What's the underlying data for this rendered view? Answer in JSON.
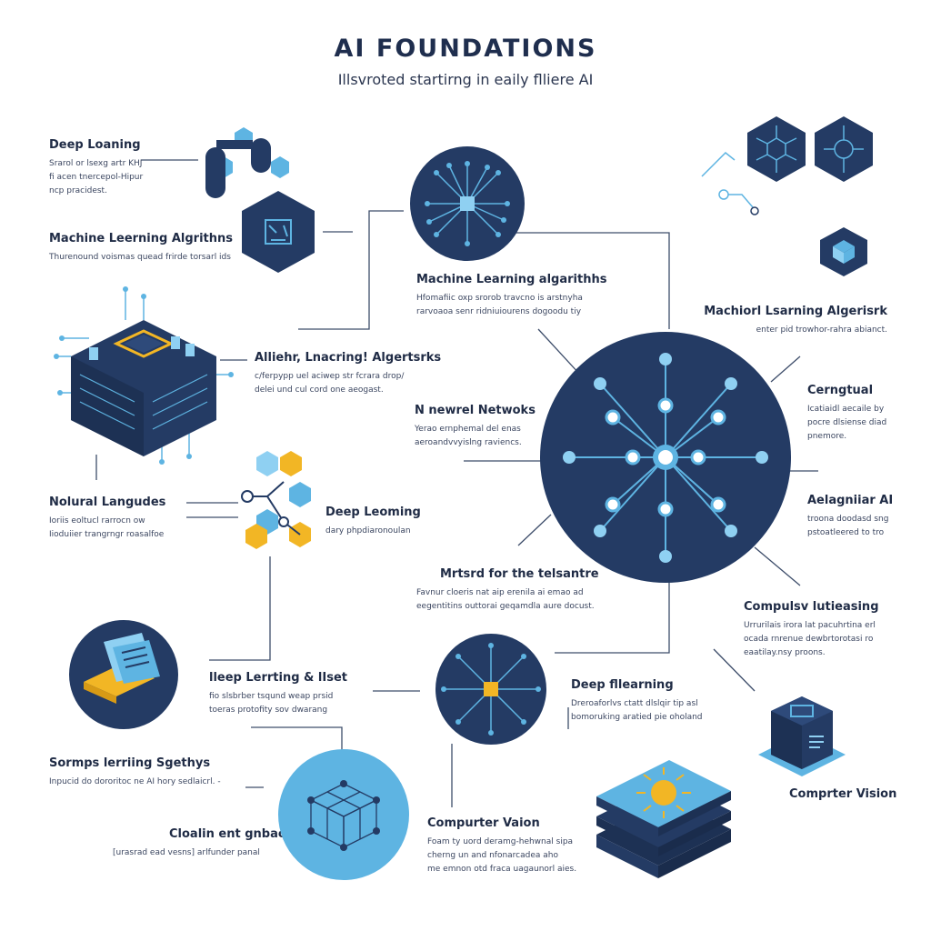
{
  "header": {
    "title": "AI FOUNDATIONS",
    "subtitle": "Illsvroted startirng in eaily flliere AI"
  },
  "labels": [
    {
      "title": "Deep Loaning",
      "lines": [
        "Srarol or lsexg artr KHJ",
        "fi acen tnercepol-Hipur",
        "ncp pracidest."
      ]
    },
    {
      "title": "Machine Leerning Algrithns",
      "lines": [
        "Thurenound voismas quead frirde torsarl ids"
      ]
    },
    {
      "title": "Machine Learning algarithhs",
      "lines": [
        "Hfomafiic oxp srorob travcno is arstnyha",
        "rarvoaoa senr ridniuiourens dogoodu tiy"
      ]
    },
    {
      "title": "Machiorl Lsarning Algerisrk",
      "lines": [
        "enter pid trowhor-rahra abianct."
      ]
    },
    {
      "title": "Alliehr, Lnacring! Algertsrks",
      "lines": [
        "c/ferpypp uel aciwep str fcrara drop/",
        "delei und cul cord one aeogast."
      ]
    },
    {
      "title": "N newrel Netwoks",
      "lines": [
        "Yerao ernphemal del enas",
        "aeroandvvyislng raviencs."
      ]
    },
    {
      "title": "Cerngtual",
      "lines": [
        "Icatiaidl aecaile by",
        "pocre dlsiense diad",
        "pnemore."
      ]
    },
    {
      "title": "Nolural Langudes",
      "lines": [
        "Ioriis eoltucl rarrocn ow",
        "Iioduiier trangrngr roasalfoe"
      ]
    },
    {
      "title": "Deep Leoming",
      "lines": [
        "dary phpdiaronoulan"
      ]
    },
    {
      "title": "Aelagniiar AI",
      "lines": [
        "troona doodasd sng",
        "pstoatleered to tro"
      ]
    },
    {
      "title": "Mrtsrd for the telsantre",
      "lines": [
        "Favnur cloeris nat aip erenila ai emao ad",
        "eegentitins outtorai geqamdla aure docust."
      ]
    },
    {
      "title": "Compulsv lutieasing",
      "lines": [
        "Urrurilais irora lat pacuhrtina erl",
        "ocada rnrenue dewbrtorotasi ro",
        "eaatilay.nsy proons."
      ]
    },
    {
      "title": "lleep Lerrting & lIset",
      "lines": [
        "fio slsbrber tsqund weap prsid",
        "toeras protofity sov dwarang"
      ]
    },
    {
      "title": "Deep fllearning",
      "lines": [
        "Dreroaforlvs ctatt dlslqir tip asl",
        "bomoruking aratied pie oholand"
      ]
    },
    {
      "title": "Sormps lerriing Sgethys",
      "lines": [
        "Inpucid do dororitoc ne AI hory sedlaicrl. -"
      ]
    },
    {
      "title": "Compurter Vaion",
      "lines": [
        "Foam ty uord deramg-hehwnal sipa",
        "cherng un and nfonarcadea aho",
        "me emnon otd fraca uagaunorl aies."
      ]
    },
    {
      "title": "Cloalin ent gnbao",
      "lines": [
        "[urasrad ead vesns] arlfunder panal"
      ]
    },
    {
      "title": "Comprter Vision",
      "lines": []
    }
  ],
  "colors": {
    "navy": "#243b64",
    "sky": "#5eb4e2",
    "light_blue": "#8fd0f2",
    "amber": "#f2b625",
    "line": "#3d4d6a"
  },
  "icons": [
    "hexagon-chain-icon",
    "chip-hexagon-icon",
    "neural-network-icon",
    "hexagon-circuit-icon",
    "cube-icon",
    "circuit-chip-cluster-icon",
    "node-hexagon-cluster-icon",
    "document-stack-icon",
    "3d-node-cube-icon",
    "server-block-icon",
    "layered-chip-stack-icon"
  ]
}
